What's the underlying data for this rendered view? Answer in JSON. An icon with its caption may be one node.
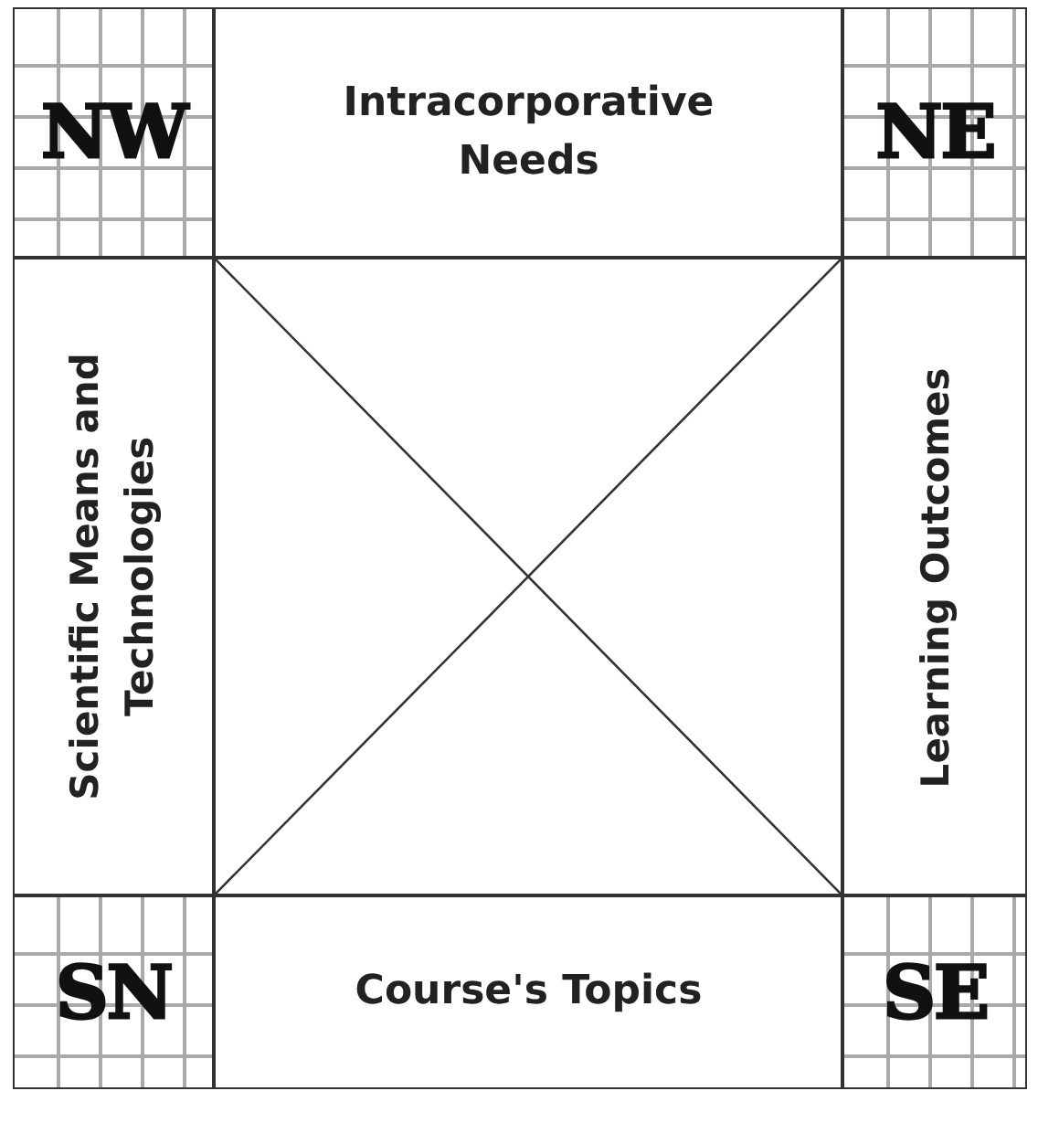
{
  "diagram": {
    "nodes": [
      {
        "text": [
          "NW"
        ]
      },
      {
        "text": [
          "Intracorporative Needs"
        ]
      },
      {
        "text": [
          "NE"
        ]
      },
      {
        "text": [
          "Scientific Means and Technologies"
        ]
      },
      {
        "text": [],
        "shape": "box"
      },
      {
        "text": [
          "Learning Outcomes"
        ]
      },
      {
        "text": [
          "SN"
        ]
      },
      {
        "text": [
          "Course's Topics"
        ]
      },
      {
        "text": [
          "SE"
        ]
      }
    ]
  }
}
